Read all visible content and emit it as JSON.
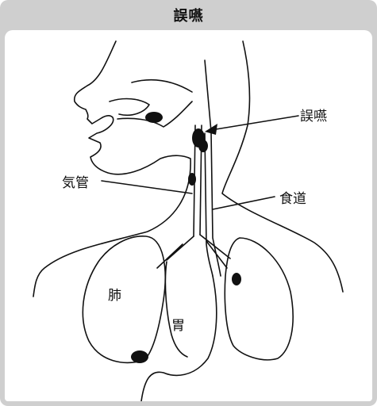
{
  "title": "誤嚥",
  "labels": {
    "aspiration": "誤嚥",
    "trachea": "気管",
    "esophagus": "食道",
    "lung": "肺",
    "stomach": "胃"
  }
}
